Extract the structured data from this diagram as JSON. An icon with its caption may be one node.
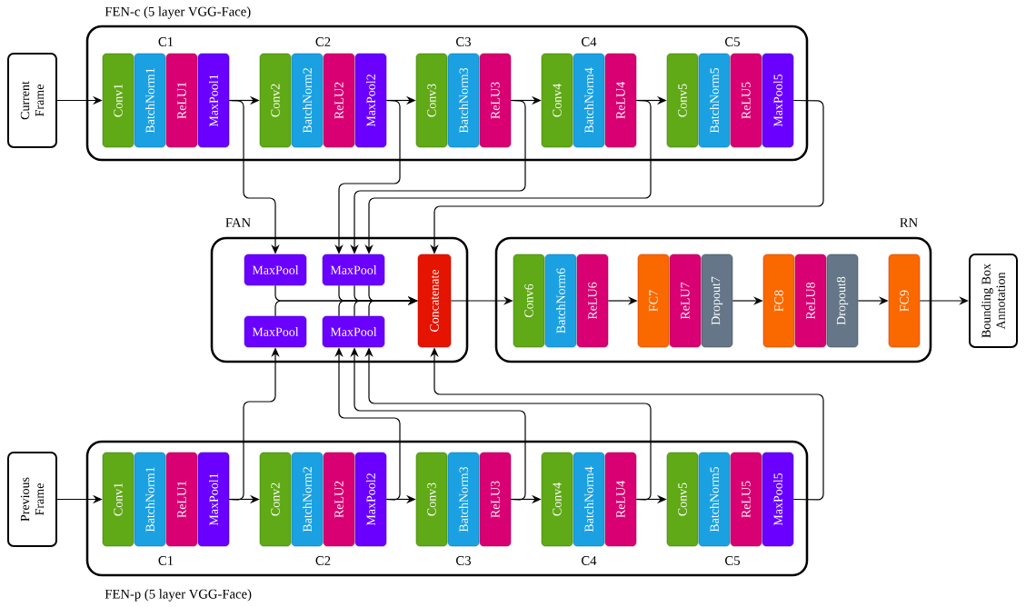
{
  "diagram": {
    "nodes": [
      {
        "text": [
          "FEN-c (5 layer VGG-Face)"
        ]
      },
      {
        "text": [
          "Current Frame"
        ]
      },
      {
        "text": [
          "Conv1"
        ],
        "in": 0
      },
      {
        "text": [
          "BatchNorm1"
        ],
        "in": 0
      },
      {
        "text": [
          "ReLU1"
        ],
        "in": 0
      },
      {
        "text": [
          "MaxPool1"
        ],
        "in": 0
      },
      {
        "text": [
          "Conv2"
        ],
        "in": 0
      },
      {
        "text": [
          "BatchNorm2"
        ],
        "in": 0
      },
      {
        "text": [
          "ReLU2"
        ],
        "in": 0
      },
      {
        "text": [
          "MaxPool2"
        ],
        "in": 0
      },
      {
        "text": [
          "Conv3"
        ],
        "in": 0
      },
      {
        "text": [
          "BatchNorm3"
        ],
        "in": 0
      },
      {
        "text": [
          "ReLU3"
        ],
        "in": 0
      },
      {
        "text": [
          "Conv4"
        ],
        "in": 0
      },
      {
        "text": [
          "BatchNorm4"
        ],
        "in": 0
      },
      {
        "text": [
          "ReLU4"
        ],
        "in": 0
      },
      {
        "text": [
          "Conv5"
        ],
        "in": 0
      },
      {
        "text": [
          "BatchNorm5"
        ],
        "in": 0
      },
      {
        "text": [
          "ReLU5"
        ],
        "in": 0
      },
      {
        "text": [
          "MaxPool5"
        ],
        "in": 0
      },
      {
        "text": [
          "FAN"
        ]
      },
      {
        "text": [
          "MaxPool"
        ],
        "in": 20
      },
      {
        "text": [
          "MaxPool"
        ],
        "in": 20
      },
      {
        "text": [
          "Concatenate"
        ],
        "in": 20
      },
      {
        "text": [
          "MaxPool"
        ],
        "in": 20
      },
      {
        "text": [
          "MaxPool"
        ],
        "in": 20
      },
      {
        "text": [
          "RN"
        ]
      },
      {
        "text": [
          "Conv6"
        ],
        "in": 26
      },
      {
        "text": [
          "BatchNorm6"
        ],
        "in": 26
      },
      {
        "text": [
          "ReLU6"
        ],
        "in": 26
      },
      {
        "text": [
          "FC7"
        ],
        "in": 26
      },
      {
        "text": [
          "ReLU7"
        ],
        "in": 26
      },
      {
        "text": [
          "Dropout7"
        ],
        "in": 26
      },
      {
        "text": [
          "FC8"
        ],
        "in": 26
      },
      {
        "text": [
          "ReLU8"
        ],
        "in": 26
      },
      {
        "text": [
          "Dropout8"
        ],
        "in": 26
      },
      {
        "text": [
          "FC9"
        ],
        "in": 26
      },
      {
        "text": [
          "Bounding Box Annotation"
        ]
      },
      {
        "text": [
          "Previous Frame"
        ]
      },
      {
        "text": [
          "FEN-p (5 layer VGG-Face)"
        ]
      },
      {
        "text": [
          "Conv1"
        ],
        "in": 39
      },
      {
        "text": [
          "BatchNorm1"
        ],
        "in": 39
      },
      {
        "text": [
          "ReLU1"
        ],
        "in": 39
      },
      {
        "text": [
          "MaxPool1"
        ],
        "in": 39
      },
      {
        "text": [
          "Conv2"
        ],
        "in": 39
      },
      {
        "text": [
          "BatchNorm2"
        ],
        "in": 39
      },
      {
        "text": [
          "ReLU2"
        ],
        "in": 39
      },
      {
        "text": [
          "MaxPool2"
        ],
        "in": 39
      },
      {
        "text": [
          "Conv3"
        ],
        "in": 39
      },
      {
        "text": [
          "BatchNorm3"
        ],
        "in": 39
      },
      {
        "text": [
          "ReLU3"
        ],
        "in": 39
      },
      {
        "text": [
          "Conv4"
        ],
        "in": 39
      },
      {
        "text": [
          "BatchNorm4"
        ],
        "in": 39
      },
      {
        "text": [
          "ReLU4"
        ],
        "in": 39
      },
      {
        "text": [
          "Conv5"
        ],
        "in": 39
      },
      {
        "text": [
          "BatchNorm5"
        ],
        "in": 39
      },
      {
        "text": [
          "ReLU5"
        ],
        "in": 39
      },
      {
        "text": [
          "MaxPool5"
        ],
        "in": 39
      }
    ],
    "edges": [
      {
        "from": 1,
        "to": 2,
        "arrow": "to"
      },
      {
        "from": 5,
        "to": 6,
        "arrow": "to"
      },
      {
        "from": 9,
        "to": 10,
        "arrow": "to"
      },
      {
        "from": 12,
        "to": 13,
        "arrow": "to"
      },
      {
        "from": 15,
        "to": 16,
        "arrow": "to"
      },
      {
        "from": 5,
        "to": 21,
        "arrow": "to"
      },
      {
        "from": 9,
        "to": 22,
        "arrow": "to"
      },
      {
        "from": 12,
        "to": 22,
        "arrow": "to"
      },
      {
        "from": 15,
        "to": 22,
        "arrow": "to"
      },
      {
        "from": 19,
        "to": 23,
        "arrow": "to"
      },
      {
        "from": 21,
        "to": 23,
        "arrow": "to"
      },
      {
        "from": 22,
        "to": 23,
        "arrow": "to"
      },
      {
        "from": 24,
        "to": 23,
        "arrow": "to"
      },
      {
        "from": 25,
        "to": 23,
        "arrow": "to"
      },
      {
        "from": 23,
        "to": 27,
        "arrow": "to"
      },
      {
        "from": 29,
        "to": 30,
        "arrow": "to"
      },
      {
        "from": 32,
        "to": 33,
        "arrow": "to"
      },
      {
        "from": 35,
        "to": 36,
        "arrow": "to"
      },
      {
        "from": 36,
        "to": 37,
        "arrow": "to"
      },
      {
        "from": 38,
        "to": 40,
        "arrow": "to"
      },
      {
        "from": 43,
        "to": 44,
        "arrow": "to"
      },
      {
        "from": 47,
        "to": 48,
        "arrow": "to"
      },
      {
        "from": 50,
        "to": 51,
        "arrow": "to"
      },
      {
        "from": 53,
        "to": 54,
        "arrow": "to"
      },
      {
        "from": 43,
        "to": 24,
        "arrow": "to"
      },
      {
        "from": 47,
        "to": 25,
        "arrow": "to"
      },
      {
        "from": 50,
        "to": 25,
        "arrow": "to"
      },
      {
        "from": 53,
        "to": 25,
        "arrow": "to"
      },
      {
        "from": 57,
        "to": 23,
        "arrow": "to"
      }
    ],
    "labels": [
      "C1",
      "C2",
      "C3",
      "C4",
      "C5",
      "C1",
      "C2",
      "C3",
      "C4",
      "C5"
    ]
  }
}
